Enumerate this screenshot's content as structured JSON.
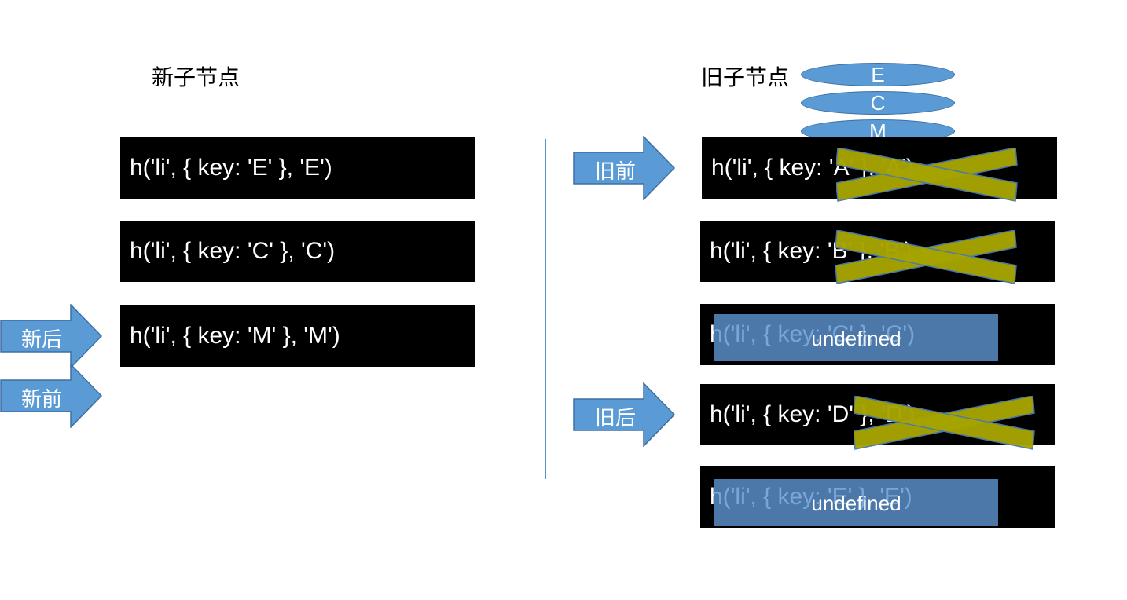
{
  "headings": {
    "new_children": "新子节点",
    "old_children": "旧子节点"
  },
  "new_nodes": [
    "h('li', { key: 'E' }, 'E')",
    "h('li', { key: 'C' }, 'C')",
    "h('li', { key: 'M' }, 'M')"
  ],
  "old_nodes": [
    "h('li', { key: 'A' }, 'A')",
    "h('li', { key: 'B' }, 'B')",
    "h('li', { key: 'C' }, 'C')",
    "h('li', { key: 'D' }, 'D')",
    "h('li', { key: 'E' }, 'E')"
  ],
  "pointers": {
    "new_end": "新后",
    "new_start": "新前",
    "old_start": "旧前",
    "old_end": "旧后"
  },
  "inserted_stack": [
    "E",
    "C",
    "M"
  ],
  "undefined_label": "undefined",
  "colors": {
    "node_bg": "#000000",
    "arrow_fill": "#5b9bd5",
    "cross_fill": "#a6a400",
    "undefined_fill": "#5b93cd"
  }
}
